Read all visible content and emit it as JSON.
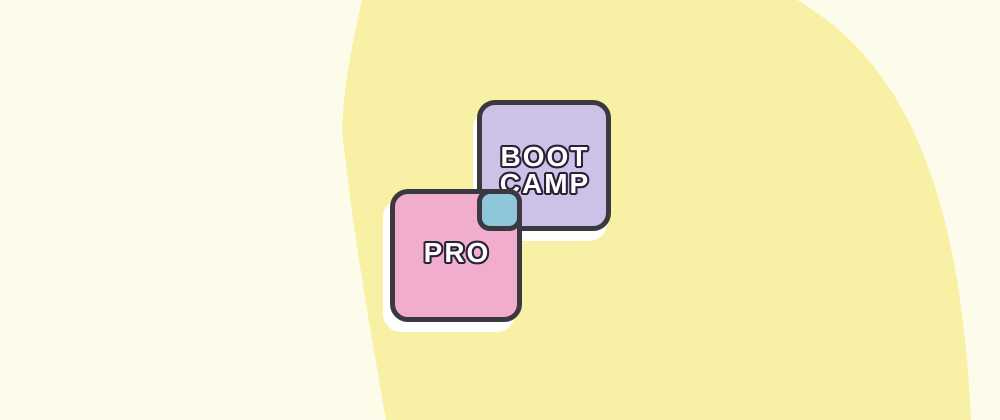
{
  "illustration": {
    "badges": {
      "bootcamp": {
        "line1": "BOOT",
        "line2": "CAMP"
      },
      "pro": {
        "label": "PRO"
      }
    },
    "colors": {
      "background": "#FDFBE9",
      "blob": "#F8F0A4",
      "bootcamp_fill": "#CCC2E8",
      "pro_fill": "#F0ADCE",
      "overlap_fill": "#8FC6DA",
      "border": "#3B393F",
      "text_fill": "#FFFFFF",
      "text_outline": "#2D2139",
      "shadow": "#FFFFFF"
    }
  }
}
